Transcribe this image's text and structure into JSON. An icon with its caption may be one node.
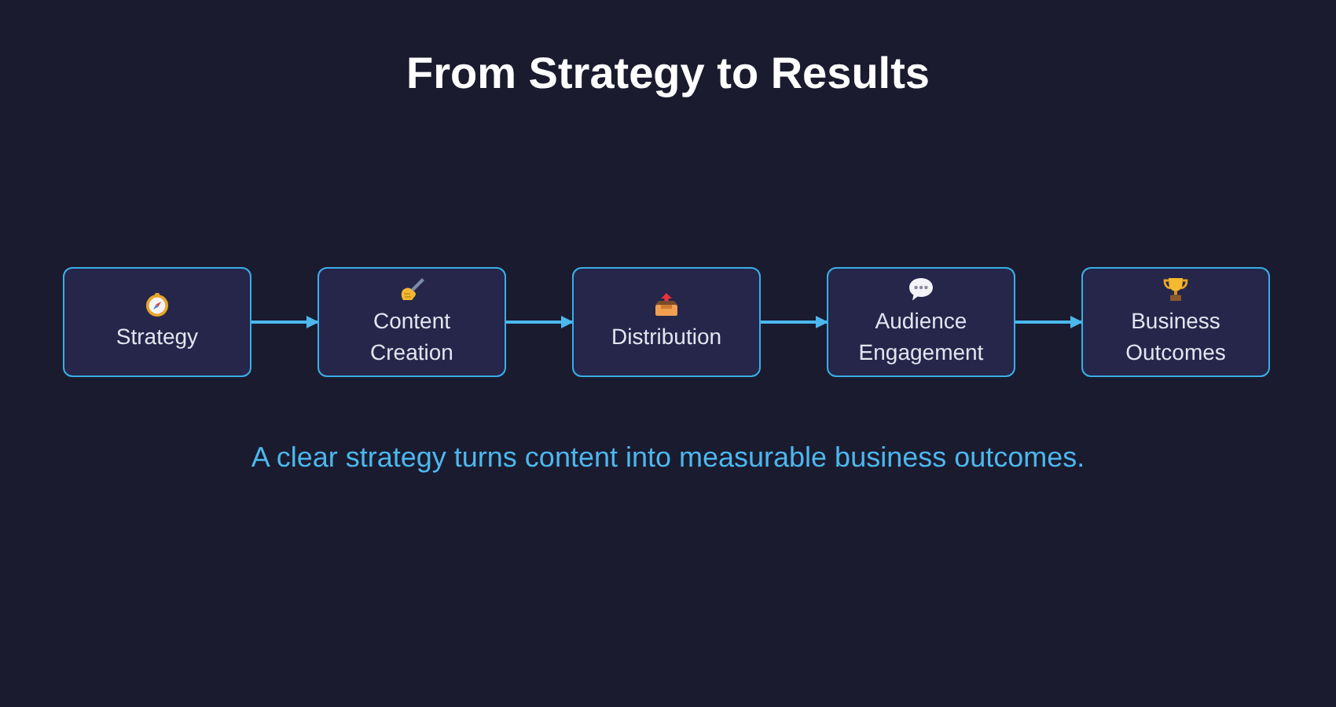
{
  "diagram": {
    "title": "From Strategy to Results",
    "caption": "A clear strategy turns content into measurable business outcomes.",
    "nodes": [
      {
        "text": [
          "Strategy"
        ]
      },
      {
        "text": [
          "Content Creation"
        ]
      },
      {
        "text": [
          "Distribution"
        ]
      },
      {
        "text": [
          "Audience Engagement"
        ]
      },
      {
        "text": [
          "Business Outcomes"
        ]
      }
    ],
    "edges": [
      {
        "from": 0,
        "to": 1,
        "arrow": "to"
      },
      {
        "from": 1,
        "to": 2,
        "arrow": "to"
      },
      {
        "from": 2,
        "to": 3,
        "arrow": "to"
      },
      {
        "from": 3,
        "to": 4,
        "arrow": "to"
      }
    ]
  }
}
